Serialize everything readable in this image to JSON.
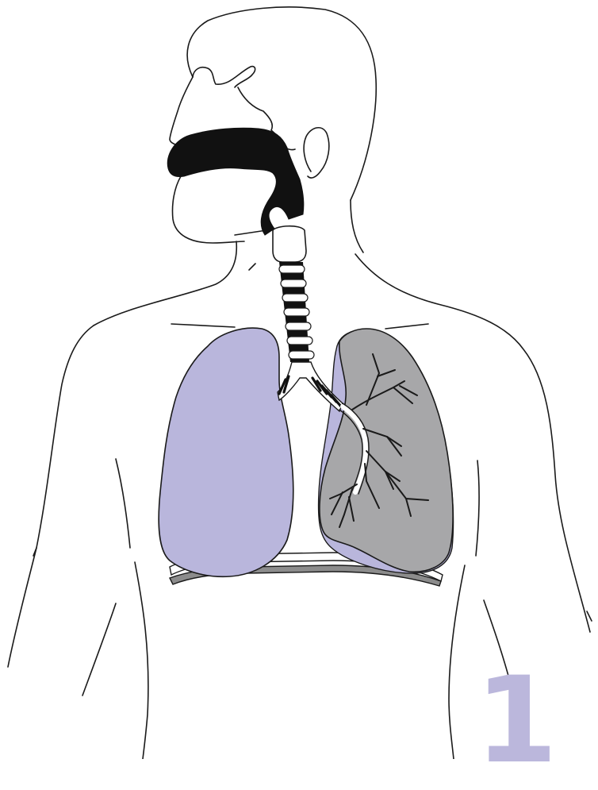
{
  "figure": {
    "panel_number": "1",
    "colors": {
      "background": "#ffffff",
      "outline": "#1a1a1a",
      "airway": "#111111",
      "lung_left": "#b9b6dc",
      "lung_right": "#a7a7a9",
      "diaphragm": "#8c8c8c",
      "number": "#bbb7dc"
    },
    "icons": [
      "human-torso-outline",
      "oral-nasal-cavity",
      "trachea",
      "bronchi",
      "lungs",
      "diaphragm"
    ]
  }
}
